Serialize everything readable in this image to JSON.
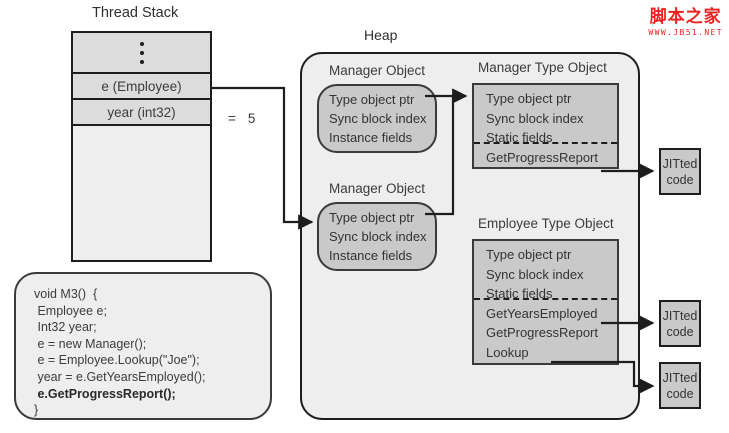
{
  "diagram": {
    "thread_stack": {
      "title": "Thread Stack",
      "cells": [
        {
          "label": "",
          "kind": "dots"
        },
        {
          "label": "e (Employee)",
          "kind": "slot"
        },
        {
          "label": "year (int32)",
          "kind": "slot"
        }
      ],
      "year_value_eq": "=",
      "year_value": "5"
    },
    "code_box": {
      "lines": [
        {
          "text": "void M3()  {",
          "bold": false
        },
        {
          "text": " Employee e;",
          "bold": false
        },
        {
          "text": " Int32 year;",
          "bold": false
        },
        {
          "text": " e = new Manager();",
          "bold": false
        },
        {
          "text": " e = Employee.Lookup(\"Joe\");",
          "bold": false
        },
        {
          "text": " year = e.GetYearsEmployed();",
          "bold": false
        },
        {
          "text": " e.GetProgressReport();",
          "bold": true
        },
        {
          "text": "}",
          "bold": false
        }
      ]
    },
    "heap": {
      "title": "Heap",
      "manager_object_1": {
        "label": "Manager Object",
        "rows": [
          "Type object ptr",
          "Sync block index",
          "Instance fields"
        ]
      },
      "manager_object_2": {
        "label": "Manager Object",
        "rows": [
          "Type object ptr",
          "Sync block index",
          "Instance fields"
        ]
      },
      "manager_type_object": {
        "label": "Manager Type Object",
        "fields": [
          "Type object ptr",
          "Sync block index",
          "Static fields"
        ],
        "methods": [
          "GetProgressReport"
        ]
      },
      "employee_type_object": {
        "label": "Employee Type Object",
        "fields": [
          "Type object ptr",
          "Sync block index",
          "Static fields"
        ],
        "methods": [
          "GetYearsEmployed",
          "GetProgressReport",
          "Lookup"
        ]
      }
    },
    "jitted_code_boxes": [
      {
        "line1": "JITted",
        "line2": "code"
      },
      {
        "line1": "JITted",
        "line2": "code"
      },
      {
        "line1": "JITted",
        "line2": "code"
      }
    ],
    "watermark": {
      "text_cn": "脚本之家",
      "text_url": "WWW.JB51.NET",
      "color": "#ee2222"
    },
    "colors": {
      "stack_cell_fill": "#dcdcdc",
      "stack_empty_fill": "#eeeeee",
      "object_fill": "#c9c9c9",
      "heap_fill": "#eeeeee",
      "stroke": "#1d1d1d",
      "text": "#3c3c3c"
    }
  }
}
